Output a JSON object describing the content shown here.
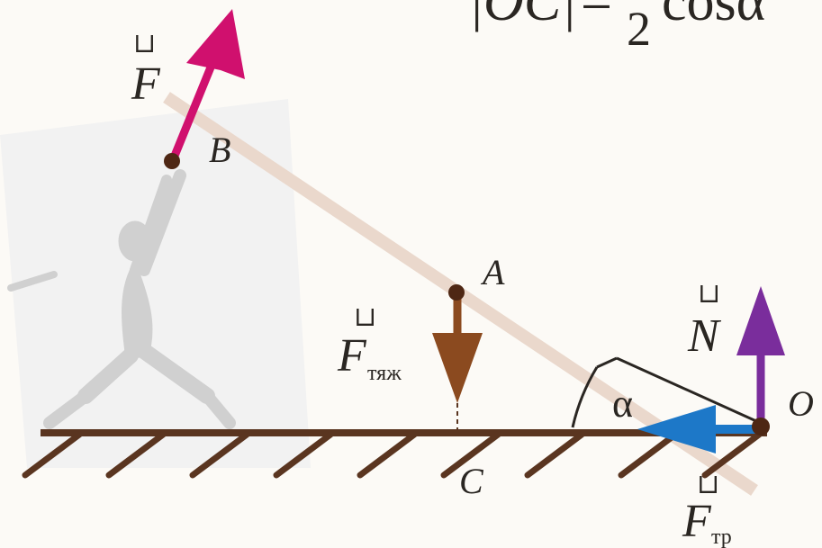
{
  "formula": {
    "lhs": "|OC|",
    "equals": "=",
    "denominator": "2",
    "rhs": "cosα"
  },
  "points": {
    "B": "B",
    "A": "A",
    "O": "O",
    "C": "C"
  },
  "angle_label": "α",
  "forces": {
    "applied": {
      "symbol": "F",
      "arrow_mark": "⊔",
      "subscript": "",
      "color": "#d0106e"
    },
    "gravity": {
      "symbol": "F",
      "arrow_mark": "⊔",
      "subscript": "тяж",
      "color": "#8b4a1f"
    },
    "normal": {
      "symbol": "N",
      "arrow_mark": "⊔",
      "subscript": "",
      "color": "#7a2d9c"
    },
    "friction": {
      "symbol": "F",
      "arrow_mark": "⊔",
      "subscript": "тр",
      "color": "#1d78c8"
    }
  },
  "colors": {
    "ground": "#5a3520",
    "board": "#ead8cc",
    "point": "#4e2714",
    "angle_arc": "#2a2622",
    "background": "#fcfaf6",
    "figure_panel": "#f2f2f2",
    "figure": "#d0d0d0"
  }
}
